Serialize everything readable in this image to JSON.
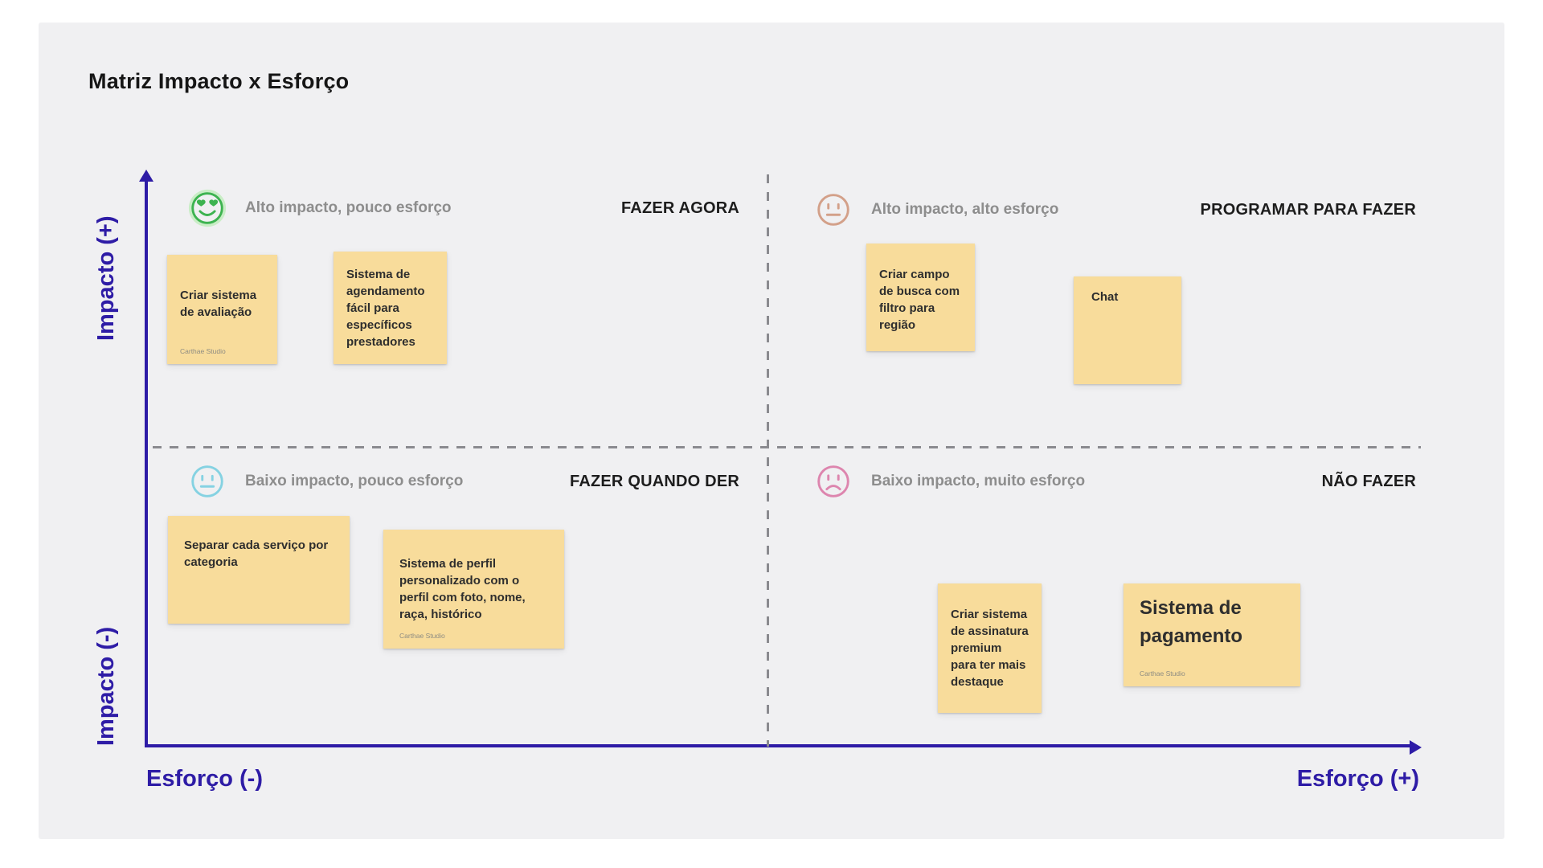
{
  "title": "Matriz Impacto x Esforço",
  "axes": {
    "y_positive": "Impacto (+)",
    "y_negative": "Impacto (-)",
    "x_negative": "Esforço (-)",
    "x_positive": "Esforço (+)"
  },
  "quadrants": [
    {
      "position": "top-left",
      "emoji": "smiling-face-with-heart-eyes",
      "emoji_color": "#3db350",
      "label": "Alto impacto, pouco esforço",
      "action": "FAZER AGORA"
    },
    {
      "position": "top-right",
      "emoji": "neutral-face",
      "emoji_color": "#d3a089",
      "label": "Alto impacto, alto esforço",
      "action": "PROGRAMAR PARA FAZER"
    },
    {
      "position": "bottom-left",
      "emoji": "neutral-face",
      "emoji_color": "#85d2e2",
      "label": "Baixo impacto, pouco esforço",
      "action": "FAZER QUANDO DER"
    },
    {
      "position": "bottom-right",
      "emoji": "frowning-face",
      "emoji_color": "#dd85ae",
      "label": "Baixo impacto, muito esforço",
      "action": "NÃO FAZER"
    }
  ],
  "notes": [
    {
      "text": "Criar sistema de avaliação",
      "attribution": "Carthae Studio",
      "quadrant": "top-left"
    },
    {
      "text": "Sistema de agendamento fácil para específicos prestadores",
      "quadrant": "top-left"
    },
    {
      "text": "Criar campo de busca com filtro para região",
      "quadrant": "top-right"
    },
    {
      "text": "Chat",
      "quadrant": "top-right"
    },
    {
      "text": "Separar cada serviço por categoria",
      "quadrant": "bottom-left"
    },
    {
      "text": "Sistema de perfil personalizado com o perfil com foto, nome, raça, histórico",
      "attribution": "Carthae Studio",
      "quadrant": "bottom-left"
    },
    {
      "text": "Criar sistema de assinatura premium para ter mais destaque",
      "quadrant": "bottom-right"
    },
    {
      "text": "Sistema de pagamento",
      "attribution": "Carthae Studio",
      "quadrant": "bottom-right"
    }
  ],
  "colors": {
    "canvas_background": "#f0f0f2",
    "axis": "#2e1ca6",
    "dashed_divider": "#8a8a8f",
    "sticky_note": "#f8dc9b"
  }
}
